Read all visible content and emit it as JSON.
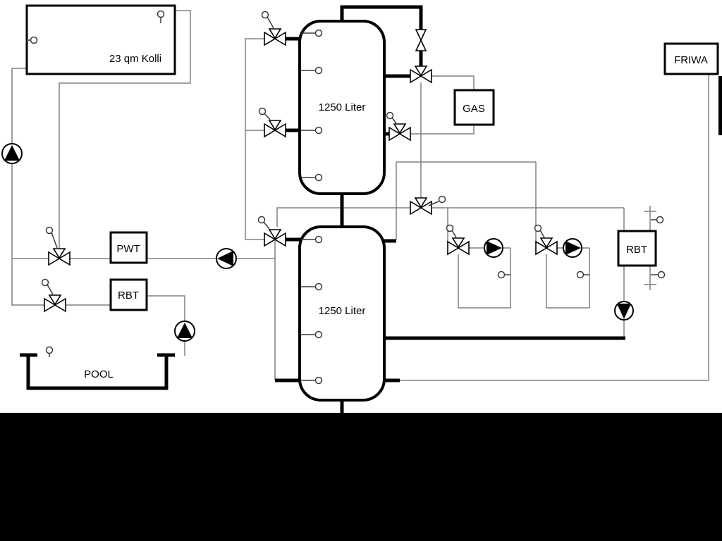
{
  "diagram": {
    "collector": {
      "label": "23 qm Kolli"
    },
    "tank_top": {
      "label": "1250 Liter"
    },
    "tank_bottom": {
      "label": "1250 Liter"
    },
    "gas_boiler": {
      "label": "GAS"
    },
    "friwa": {
      "label": "FRIWA"
    },
    "pwt": {
      "label": "PWT"
    },
    "rbt_left": {
      "label": "RBT"
    },
    "rbt_right": {
      "label": "RBT"
    },
    "pool": {
      "label": "POOL"
    },
    "colors": {
      "background": "#ffffff",
      "pipe_thin": "#808080",
      "pipe_thick": "#000000",
      "letterbox": "#000000"
    },
    "symbols": {
      "pump-icon": "circle-with-filled-triangle",
      "three-way-valve-icon": "bowtie-with-top-triangle",
      "valve-icon": "vertical-bowtie",
      "sensor-icon": "small-circle-with-stem"
    }
  }
}
